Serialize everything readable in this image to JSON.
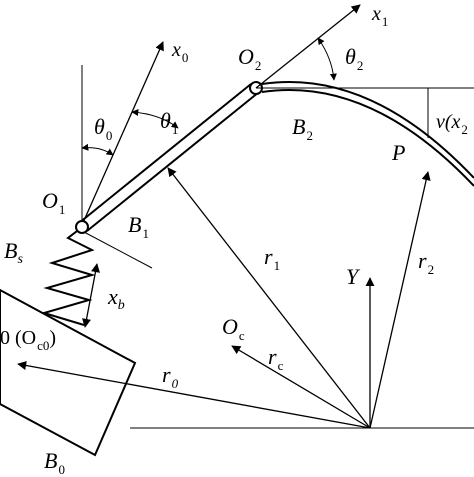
{
  "labels": {
    "x0_base": "x",
    "x0_sub": "0",
    "x1_base": "x",
    "x1_sub": "1",
    "O1_base": "O",
    "O1_sub": "1",
    "O2_base": "O",
    "O2_sub": "2",
    "theta0_base": "θ",
    "theta0_sub": "0",
    "theta1_base": "θ",
    "theta1_sub": "1",
    "theta2_base": "θ",
    "theta2_sub": "2",
    "B1_base": "B",
    "B1_sub": "1",
    "B2_base": "B",
    "B2_sub": "2",
    "Bs_base": "B",
    "Bs_sub": "s",
    "xb_base": "x",
    "xb_sub": "b",
    "O0_text": "0 (O",
    "O0_sub": "c0",
    "O0_close": ")",
    "Oc_base": "O",
    "Oc_sub": "c",
    "rc_base": "r",
    "rc_sub": "c",
    "r0_base": "r",
    "r0_sub": "0",
    "r1_base": "r",
    "r1_sub": "1",
    "r2_base": "r",
    "r2_sub": "2",
    "Y": "Y",
    "P": "P",
    "v_text": "ν(x",
    "v_sub": "2",
    "B0_base": "B",
    "B0_sub": "0"
  },
  "colors": {
    "stroke": "#000000",
    "background": "#ffffff"
  }
}
